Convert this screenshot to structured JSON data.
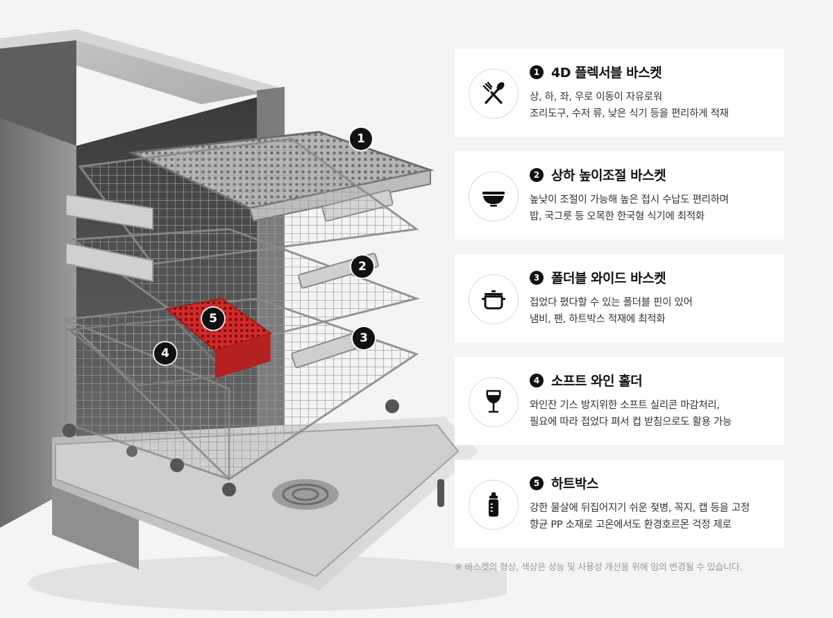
{
  "features": [
    {
      "num": "1",
      "icon": "fork-knife-icon",
      "title": "4D 플렉서블 바스켓",
      "lines": [
        "상, 하, 좌, 우로 이동이 자유로워",
        "조리도구, 수저 류, 낮은 식기 등을 편리하게 적재"
      ]
    },
    {
      "num": "2",
      "icon": "bowl-icon",
      "title": "상하 높이조절 바스켓",
      "lines": [
        "높낮이 조절이 가능해 높은 접시 수납도 편리하며",
        "밥, 국그릇 등 오목한 한국형 식기에 최적화"
      ]
    },
    {
      "num": "3",
      "icon": "pot-icon",
      "title": "폴더블 와이드 바스켓",
      "lines": [
        "접었다 폈다할 수 있는 폴더블 핀이 있어",
        "냄비, 팬, 하트박스 적재에 최적화"
      ]
    },
    {
      "num": "4",
      "icon": "wine-glass-icon",
      "title": "소프트 와인 홀더",
      "lines": [
        "와인잔 기스 방지위한 소프트 실리콘 마감처리,",
        "필요에 따라 접었다 펴서 컵 받침으로도 활용 가능"
      ]
    },
    {
      "num": "5",
      "icon": "baby-bottle-icon",
      "title": "하트박스",
      "lines": [
        "강한 물살에 뒤집어지기 쉬운 젖병, 꼭지, 캡 등을 고정",
        "향균 PP 소재로 고온에서도 환경호르몬 걱정 제로"
      ]
    }
  ],
  "callouts": [
    "1",
    "2",
    "3",
    "4",
    "5"
  ],
  "note": "※ 바스켓의 형상, 색상은 성능 및 사용성 개선을 위해 임의 변경될 수 있습니다.",
  "colors": {
    "background": "#f4f4f4",
    "card": "#ffffff",
    "accent": "#111111",
    "basket": "#8a8a8a",
    "holder": "#d42a2a"
  }
}
